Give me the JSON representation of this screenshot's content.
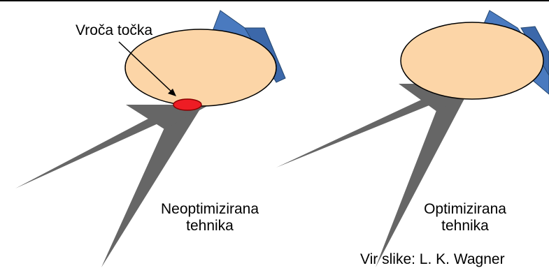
{
  "hot_spot_label": "Vroča točka",
  "left_caption": {
    "line1": "Neoptimizirana",
    "line2": "tehnika"
  },
  "right_caption": {
    "line1": "Optimizirana",
    "line2": "tehnika"
  },
  "source_credit": "Vir slike: L. K. Wagner",
  "colors": {
    "patient": "#fcd5a7",
    "outline": "#000000",
    "beam": "#666666",
    "detector": "#4a7abf",
    "hot_spot": "#ee1c24"
  }
}
